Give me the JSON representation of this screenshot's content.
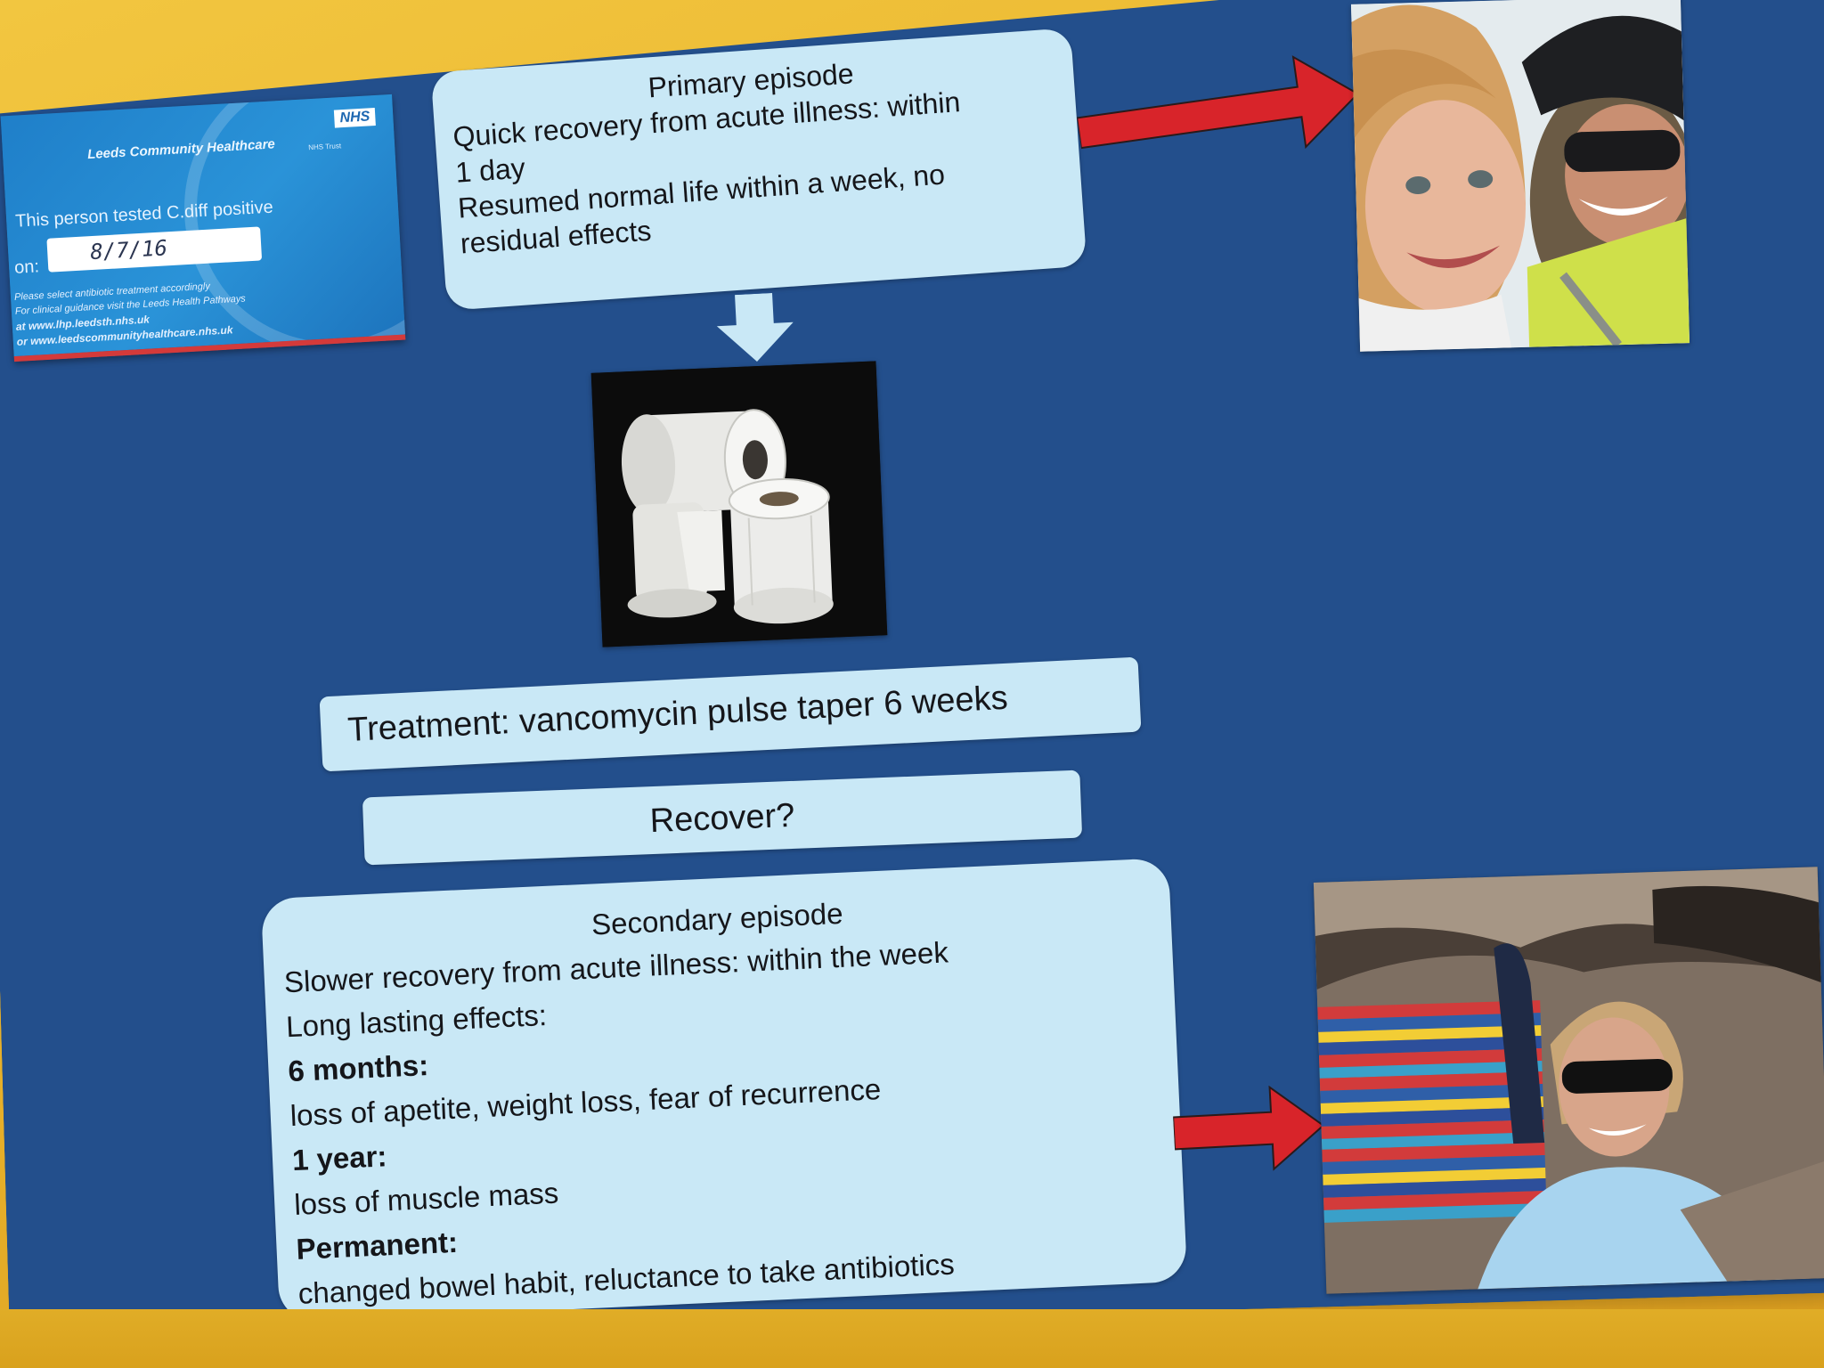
{
  "nhs_card": {
    "org_name": "Leeds Community Healthcare",
    "nhs_logo": "NHS",
    "trust_label": "NHS Trust",
    "tested_text": "This person tested C.diff positive",
    "on_label": "on:",
    "date_value": "8/7/16",
    "fine_print": [
      "Please select antibiotic treatment accordingly",
      "For clinical guidance visit the Leeds Health Pathways",
      "at www.lhp.leedsth.nhs.uk"
    ],
    "website": "or www.leedscommunityhealthcare.nhs.uk"
  },
  "primary": {
    "title": "Primary episode",
    "line1": "Quick recovery from acute illness: within",
    "line2": "1 day",
    "line3": "Resumed normal life within a week, no",
    "line4": "residual effects"
  },
  "treatment": {
    "text": "Treatment: vancomycin pulse taper 6 weeks"
  },
  "recover": {
    "text": "Recover?"
  },
  "secondary": {
    "title": "Secondary episode",
    "line1": "Slower recovery from acute illness: within the week",
    "line2": "Long lasting effects:",
    "h1": "6 months:",
    "t1": "loss of apetite, weight loss, fear of recurrence",
    "h2": "1 year:",
    "t2": "loss of muscle mass",
    "h3": "Permanent:",
    "t3": "changed bowel habit, reluctance to take antibiotics"
  },
  "colors": {
    "slide_background": "#234f8c",
    "box_fill": "#c9e8f6",
    "arrow_red": "#d8242a",
    "down_arrow": "#c9e8f6",
    "screen_surround": "#e8b52a"
  },
  "icons": {
    "down_arrow": "down-arrow-icon",
    "right_arrow": "right-arrow-icon"
  }
}
